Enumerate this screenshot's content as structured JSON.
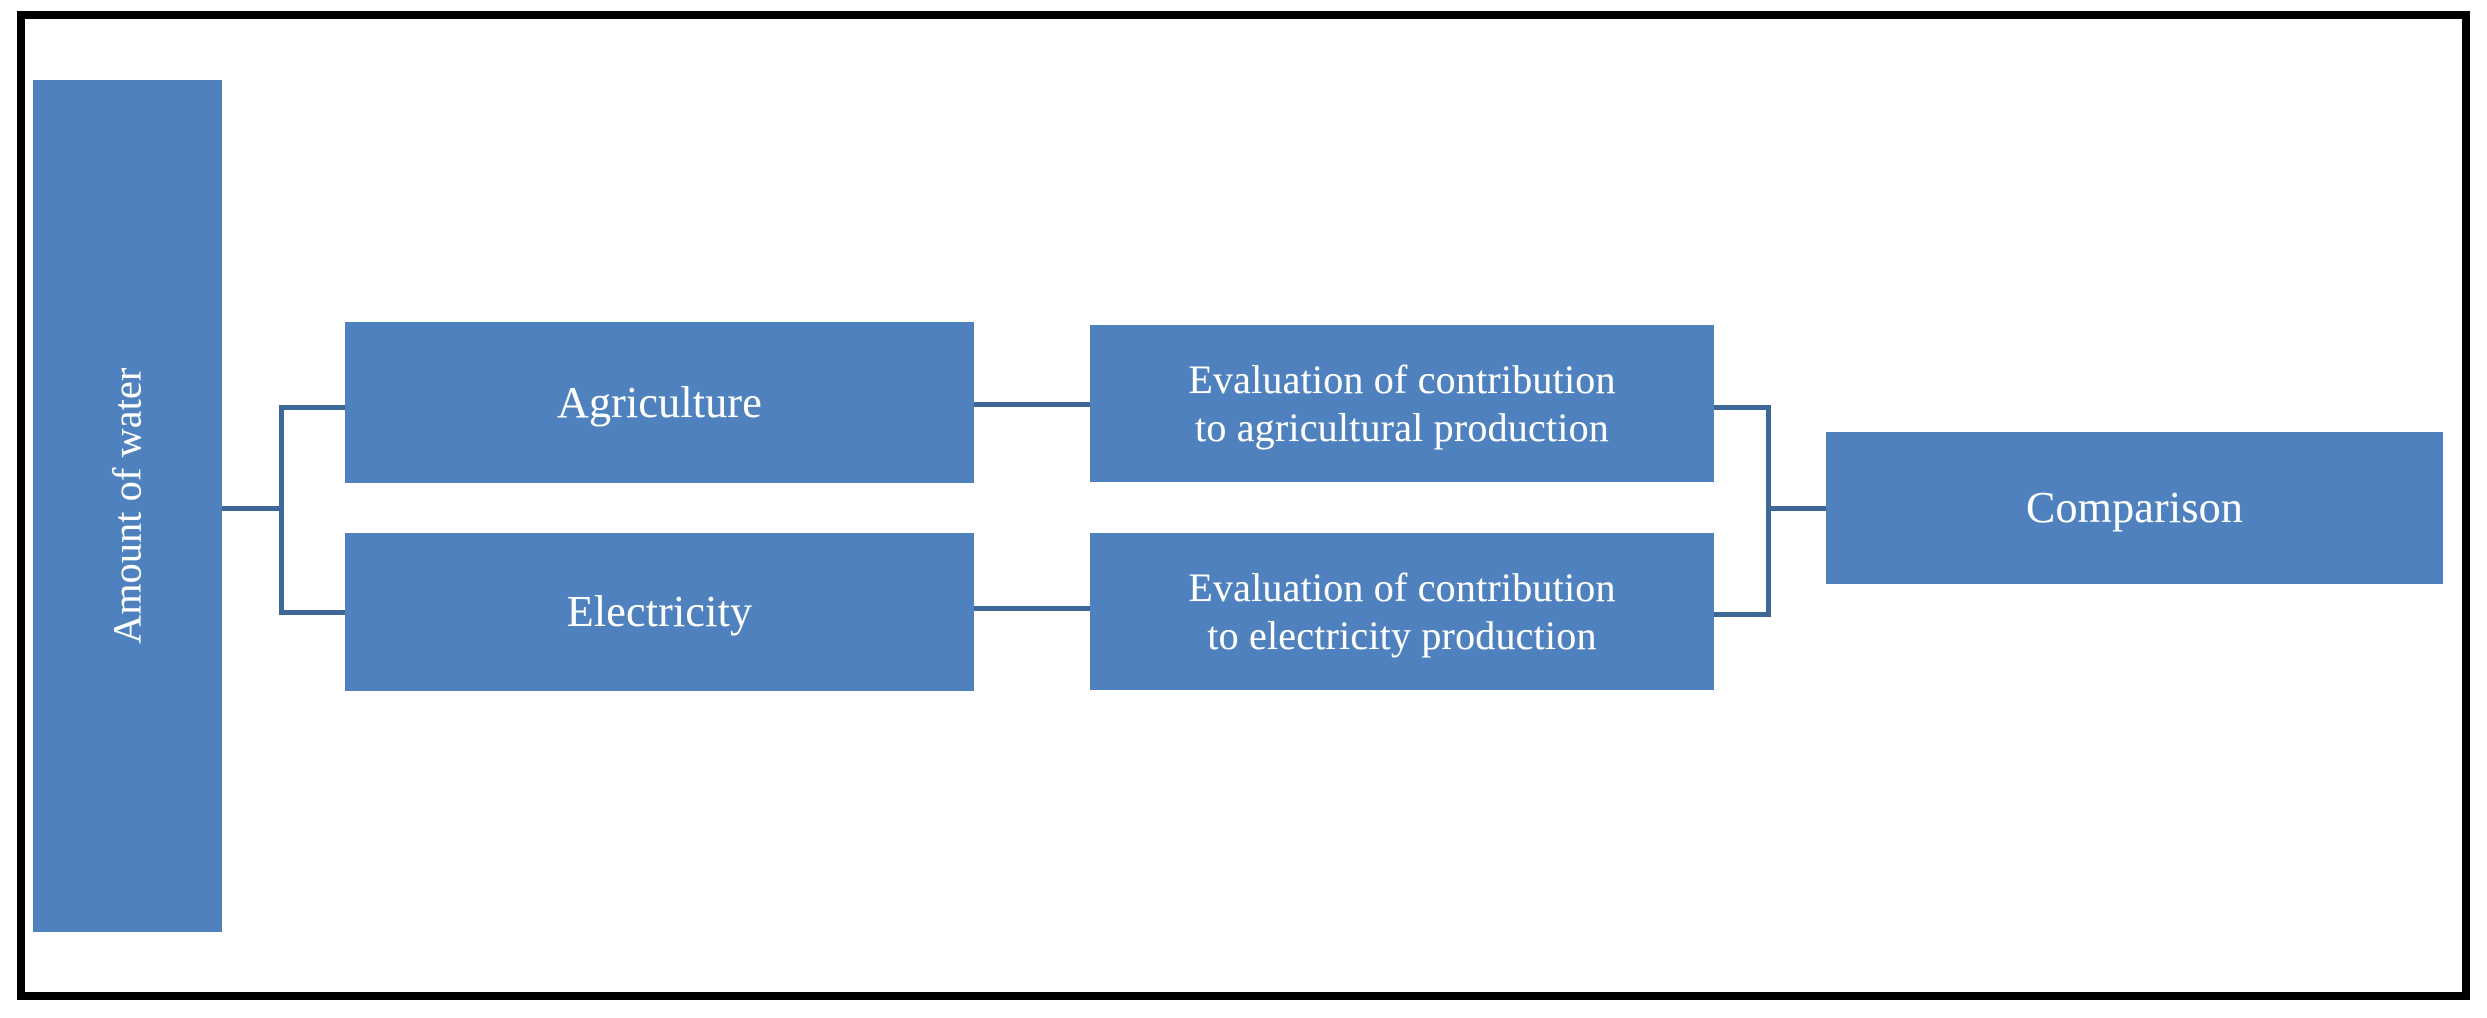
{
  "figure": {
    "type": "flowchart",
    "orientation": "left-to-right",
    "border_color": "#000000",
    "background_color": "#FFFFFF",
    "node_fill_color": "#4E81BD",
    "node_text_color": "#FFFFFF",
    "connector_color": "#3C6797"
  },
  "nodes": {
    "amount_of_water": {
      "label": "Amount of water",
      "orientation": "vertical",
      "level": 0
    },
    "agriculture": {
      "label": "Agriculture",
      "level": 1
    },
    "electricity": {
      "label": "Electricity",
      "level": 1
    },
    "eval_agriculture": {
      "line1": "Evaluation of contribution",
      "line2": "to agricultural production",
      "label": "Evaluation of contribution to agricultural production",
      "level": 2
    },
    "eval_electricity": {
      "line1": "Evaluation of contribution",
      "line2": "to electricity  production",
      "label": "Evaluation of contribution to electricity production",
      "level": 2
    },
    "comparison": {
      "label": "Comparison",
      "level": 3
    }
  },
  "edges": [
    {
      "from": "amount_of_water",
      "to": "agriculture",
      "style": "bracket-split"
    },
    {
      "from": "amount_of_water",
      "to": "electricity",
      "style": "bracket-split"
    },
    {
      "from": "agriculture",
      "to": "eval_agriculture",
      "style": "straight"
    },
    {
      "from": "electricity",
      "to": "eval_electricity",
      "style": "straight"
    },
    {
      "from": "eval_agriculture",
      "to": "comparison",
      "style": "bracket-merge"
    },
    {
      "from": "eval_electricity",
      "to": "comparison",
      "style": "bracket-merge"
    }
  ]
}
